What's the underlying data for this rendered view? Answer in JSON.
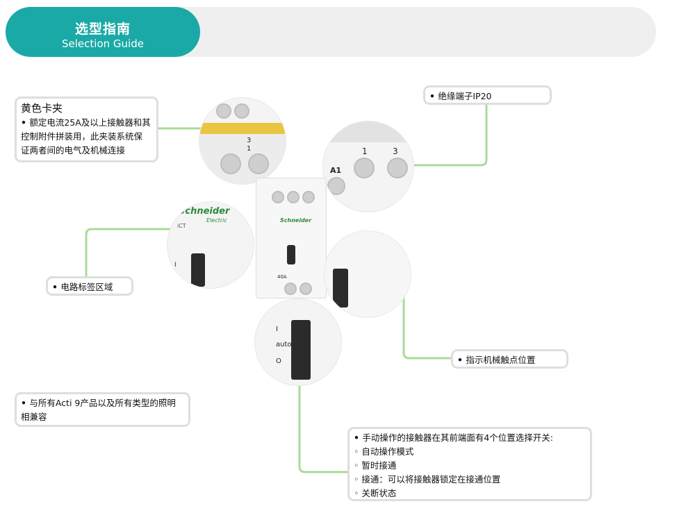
{
  "header": {
    "title_cn": "选型指南",
    "title_en": "Selection Guide"
  },
  "callouts": {
    "yellow_clip": {
      "title": "黄色卡夹",
      "lines": [
        "额定电流25A及以上接触器和其",
        "控制附件拼装用，此夹装系统保",
        "证两者间的电气及机械连接"
      ]
    },
    "insulated_terminal": "绝缘端子IP20",
    "circuit_label": "电路标签区域",
    "mechanical_indicator": "指示机械触点位置",
    "acti9_compat": [
      "与所有Acti 9产品以及所有类型的照明",
      "相兼容"
    ],
    "manual_switch": {
      "intro": "手动操作的接触器在其前端面有4个位置选择开关:",
      "options": [
        "自动操作模式",
        "暂时接通",
        "接通：可以将接触器锁定在接通位置",
        "关断状态"
      ]
    }
  },
  "product_marks": {
    "brand": "Schneider",
    "sub_brand": "Electric",
    "model": "iCT",
    "terminal_1": "1",
    "terminal_3": "3",
    "terminal_a1": "A1",
    "rating": "40A",
    "auto": "auto",
    "pos_i": "I",
    "pos_o": "O"
  },
  "colors": {
    "accent": "#1aa9a6",
    "leader_line": "#a8dc98",
    "box_border": "#dedede"
  }
}
